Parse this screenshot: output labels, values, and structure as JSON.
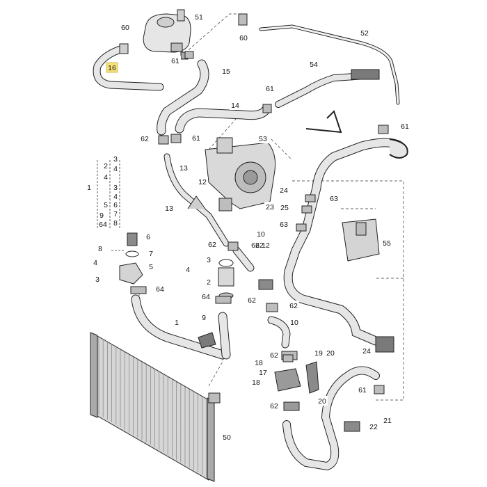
{
  "diagram": {
    "title": "",
    "highlight_color": "#f5e37a",
    "line_color": "#222222",
    "part_fill": "#e2e2e2",
    "part_dark": "#9a9a9a",
    "callouts": [
      {
        "id": "c60a",
        "label": "60"
      },
      {
        "id": "c51",
        "label": "51"
      },
      {
        "id": "c60b",
        "label": "60"
      },
      {
        "id": "c52",
        "label": "52"
      },
      {
        "id": "c16",
        "label": "16",
        "highlight": true
      },
      {
        "id": "c61a",
        "label": "61"
      },
      {
        "id": "c15",
        "label": "15"
      },
      {
        "id": "c54",
        "label": "54"
      },
      {
        "id": "c61b",
        "label": "61"
      },
      {
        "id": "c14",
        "label": "14"
      },
      {
        "id": "c62a",
        "label": "62"
      },
      {
        "id": "c61c",
        "label": "61"
      },
      {
        "id": "c61d",
        "label": "61"
      },
      {
        "id": "c53",
        "label": "53"
      },
      {
        "id": "c13a",
        "label": "13"
      },
      {
        "id": "c12",
        "label": "12"
      },
      {
        "id": "c13b",
        "label": "13"
      },
      {
        "id": "c24a",
        "label": "24"
      },
      {
        "id": "c23",
        "label": "23"
      },
      {
        "id": "c25",
        "label": "25"
      },
      {
        "id": "c63a",
        "label": "63"
      },
      {
        "id": "c63b",
        "label": "63"
      },
      {
        "id": "c55",
        "label": "55"
      },
      {
        "id": "c10a",
        "label": "10"
      },
      {
        "id": "c62b",
        "label": "62"
      },
      {
        "id": "c62c",
        "label": "62"
      },
      {
        "id": "c62d",
        "label": "62"
      },
      {
        "id": "c62e",
        "label": "62"
      },
      {
        "id": "c10b",
        "label": "10"
      },
      {
        "id": "c6",
        "label": "6"
      },
      {
        "id": "c8",
        "label": "8"
      },
      {
        "id": "c7",
        "label": "7"
      },
      {
        "id": "c4a",
        "label": "4"
      },
      {
        "id": "c5",
        "label": "5"
      },
      {
        "id": "c3a",
        "label": "3"
      },
      {
        "id": "c64a",
        "label": "64"
      },
      {
        "id": "c3b",
        "label": "3"
      },
      {
        "id": "c4b",
        "label": "4"
      },
      {
        "id": "c2",
        "label": "2"
      },
      {
        "id": "c64b",
        "label": "64"
      },
      {
        "id": "c1",
        "label": "1"
      },
      {
        "id": "c9",
        "label": "9"
      },
      {
        "id": "c24b",
        "label": "24"
      },
      {
        "id": "c62f",
        "label": "62"
      },
      {
        "id": "c18a",
        "label": "18"
      },
      {
        "id": "c17",
        "label": "17"
      },
      {
        "id": "c18b",
        "label": "18"
      },
      {
        "id": "c19",
        "label": "19"
      },
      {
        "id": "c20a",
        "label": "20"
      },
      {
        "id": "c20b",
        "label": "20"
      },
      {
        "id": "c61e",
        "label": "61"
      },
      {
        "id": "c62g",
        "label": "62"
      },
      {
        "id": "c22",
        "label": "22"
      },
      {
        "id": "c21",
        "label": "21"
      },
      {
        "id": "c50",
        "label": "50"
      }
    ],
    "group_legend": {
      "col_a": [
        "2",
        "4",
        "1",
        "5",
        "9",
        "64"
      ],
      "col_b": [
        "3",
        "4",
        "3",
        "4",
        "6",
        "7",
        "8"
      ],
      "row_b_sub": [
        "62",
        "12"
      ]
    }
  }
}
